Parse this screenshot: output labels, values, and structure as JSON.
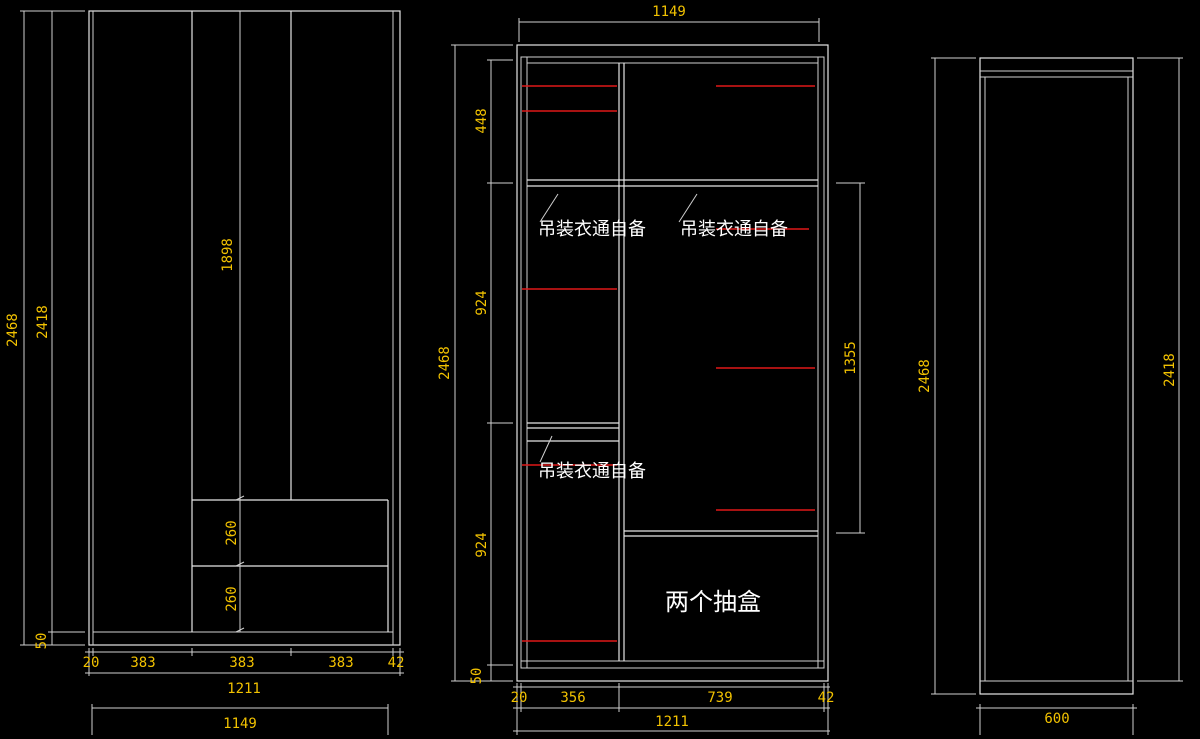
{
  "colors": {
    "background": "#000000",
    "lines": "#e6e6e6",
    "dimension_text": "#f2c200",
    "hanging_rod": "#e01818",
    "annotation_text": "#ffffff"
  },
  "front_elevation": {
    "dims": {
      "overall_height": "2468",
      "inner_height": "2418",
      "center_height": "1898",
      "drawer_1": "260",
      "drawer_2": "260",
      "base": "50",
      "side_left": "20",
      "col_1": "383",
      "col_2": "383",
      "col_3": "383",
      "side_right": "42",
      "total_width": "1211",
      "width_bottom": "1149"
    }
  },
  "interior_elevation": {
    "dims": {
      "top_width": "1149",
      "overall_height": "2468",
      "top_section": "448",
      "mid_section": "924",
      "low_section": "924",
      "base": "50",
      "right_section": "1355",
      "side_left": "20",
      "left_width": "356",
      "right_width": "739",
      "side_right": "42",
      "total_width": "1211"
    },
    "labels": {
      "hanging_1": "吊装衣通自备",
      "hanging_2": "吊装衣通自备",
      "hanging_3": "吊装衣通自备",
      "drawers": "两个抽盒"
    }
  },
  "side_elevation": {
    "dims": {
      "overall_height": "2468",
      "inner_height": "2418",
      "depth": "600"
    }
  }
}
